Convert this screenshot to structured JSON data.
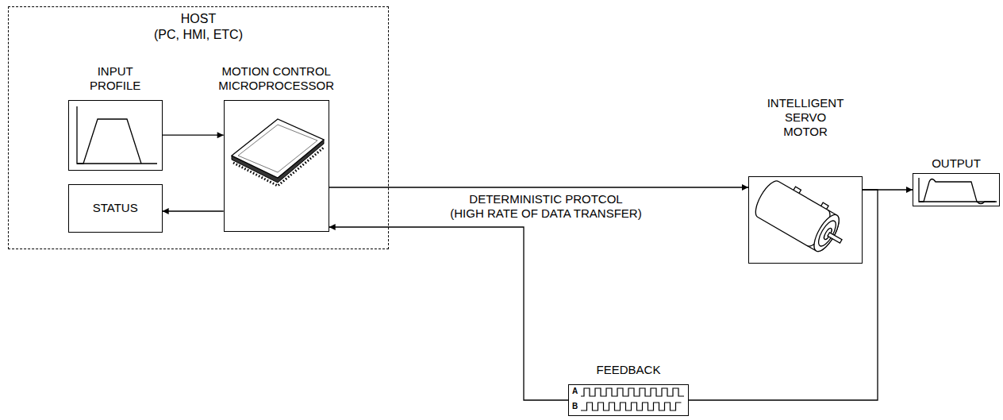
{
  "diagram": {
    "nodes": [
      {
        "text": [
          "HOST",
          "(PC, HMI, ETC)"
        ]
      },
      {
        "text": [
          "INPUT PROFILE"
        ],
        "in": 0
      },
      {
        "text": [
          "MOTION CONTROL MICROPROCESSOR"
        ],
        "in": 0
      },
      {
        "text": [
          "STATUS"
        ],
        "in": 0
      },
      {
        "text": [
          "INTELLIGENT SERVO MOTOR"
        ]
      },
      {
        "text": [
          "OUTPUT"
        ]
      },
      {
        "text": [
          "FEEDBACK",
          "A",
          "B"
        ]
      }
    ],
    "edges": [
      {
        "from": 1,
        "to": 2,
        "arrow": "to"
      },
      {
        "from": 2,
        "to": 3,
        "arrow": "to"
      },
      {
        "from": 2,
        "to": 4,
        "arrow": "to"
      },
      {
        "from": 4,
        "to": 5,
        "arrow": "to"
      },
      {
        "from": 4,
        "to": 6,
        "arrow": "none"
      },
      {
        "from": 6,
        "to": 2,
        "arrow": "to"
      }
    ],
    "labels": [
      "DETERMINISTIC PROTCOL",
      "(HIGH RATE OF DATA TRANSFER)"
    ]
  }
}
